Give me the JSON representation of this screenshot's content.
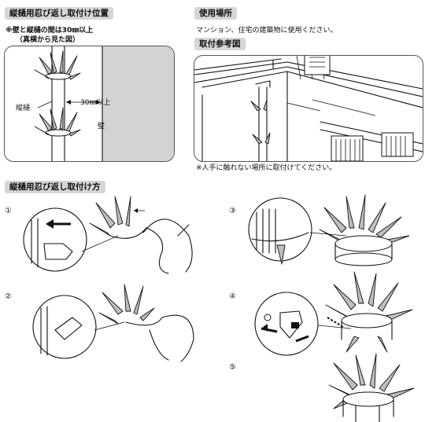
{
  "sections": {
    "position_title": "縦樋用忍び返し取付け位置",
    "position_note_line1": "※壁と縦樋の間は30㎜以上",
    "position_note_line2": "（真横から見た図）",
    "usage_title": "使用場所",
    "usage_text": "マンション、住宅の建築物に使用ください。",
    "reference_title": "取付参考図",
    "reference_note": "※人手に触れない場所に取付けてください。",
    "method_title": "縦樋用忍び返し取付け方"
  },
  "diagram_labels": {
    "pipe": "縦樋",
    "gap": "30㎜以上",
    "wall": "壁"
  },
  "steps": [
    "①",
    "②",
    "③",
    "④",
    "⑤"
  ]
}
